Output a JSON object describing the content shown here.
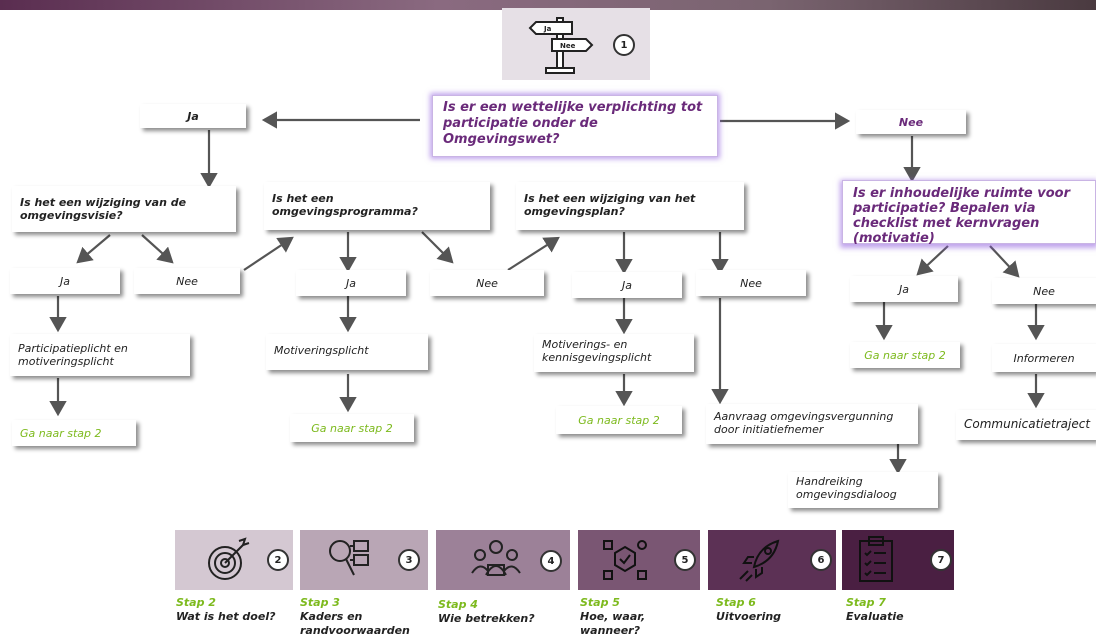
{
  "header_icon": {
    "number": "1",
    "sign_ja": "Ja",
    "sign_nee": "Nee"
  },
  "main_question": "Is er een wettelijke verplichting tot participatie onder de Omgevingswet?",
  "top_ja": "Ja",
  "top_nee": "Nee",
  "q_visie": "Is het een wijziging van de omgevingsvisie?",
  "q_programma": "Is het een omgevingsprogramma?",
  "q_plan": "Is het een wijziging van het omgevingsplan?",
  "q_ruimte": "Is er inhoudelijke ruimte voor participatie? Bepalen via checklist met kernvragen (motivatie)",
  "ja": "Ja",
  "nee": "Nee",
  "participatieplicht": "Participatieplicht en motiveringsplicht",
  "motiveringsplicht": "Motiveringsplicht",
  "motiverings_kennis": "Motiverings- en kennisgevingsplicht",
  "ga_naar": "Ga naar stap 2",
  "aanvraag": "Aanvraag omgevingsvergunning door initiatiefnemer",
  "handreiking": "Handreiking omgevingsdialoog",
  "informeren": "Informeren",
  "communicatietraject": "Communicatietraject",
  "steps": [
    {
      "number": "2",
      "stap": "Stap 2",
      "title": "Wat is het doel?",
      "icon": "target-icon",
      "color": "#d4c8d2"
    },
    {
      "number": "3",
      "stap": "Stap 3",
      "title": "Kaders en randvoorwaarden",
      "icon": "search-document-icon",
      "color": "#b9a6b5"
    },
    {
      "number": "4",
      "stap": "Stap 4",
      "title": "Wie betrekken?",
      "icon": "people-icon",
      "color": "#9c8198"
    },
    {
      "number": "5",
      "stap": "Stap 5",
      "title": "Hoe, waar, wanneer?",
      "icon": "process-icon",
      "color": "#7a5673"
    },
    {
      "number": "6",
      "stap": "Stap 6",
      "title": "Uitvoering",
      "icon": "rocket-icon",
      "color": "#5c3155"
    },
    {
      "number": "7",
      "stap": "Stap 7",
      "title": "Evaluatie",
      "icon": "checklist-icon",
      "color": "#4a1f42"
    }
  ]
}
